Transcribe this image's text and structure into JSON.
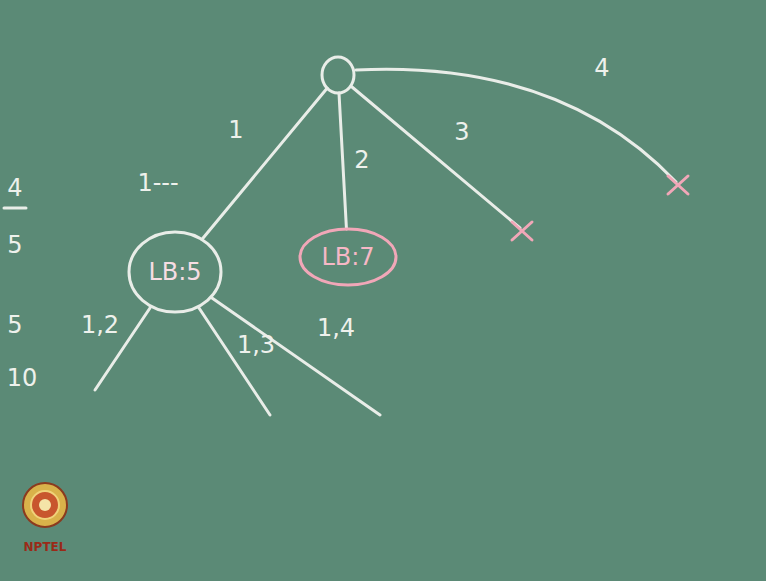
{
  "diagram": {
    "nodes": [
      {
        "text": []
      },
      {
        "text": [
          "LB:5"
        ]
      },
      {
        "text": [
          "LB:7"
        ]
      }
    ],
    "edges": [
      {
        "from": 0,
        "to": 1,
        "arrow": "none",
        "label": "1"
      },
      {
        "from": 0,
        "to": 2,
        "arrow": "none",
        "label": "2"
      }
    ],
    "labels": [
      "1---",
      "3",
      "4",
      "1,2",
      "1,3",
      "1,4",
      "4",
      "5",
      "5",
      "10",
      "NPTEL"
    ]
  }
}
